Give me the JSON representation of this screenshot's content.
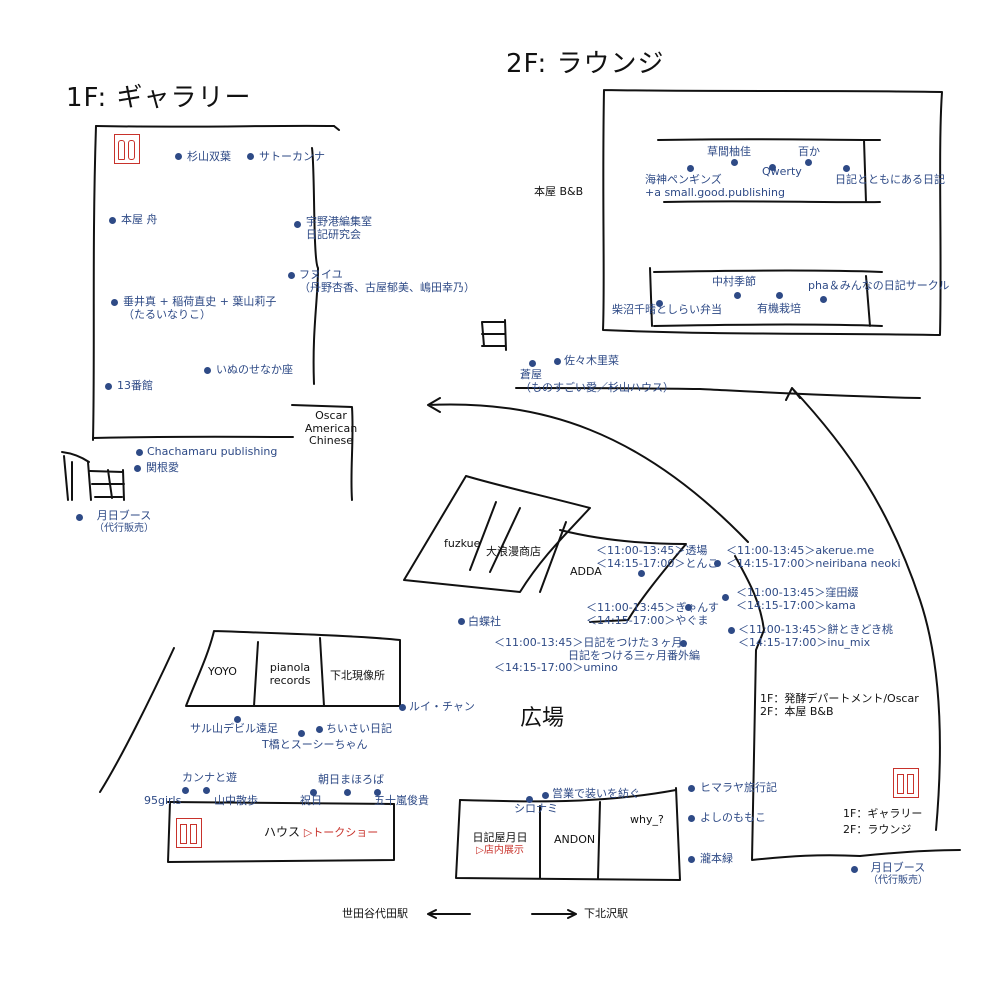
{
  "floor_titles": {
    "gallery_1f": "1F: ギャラリー",
    "lounge_2f": "2F: ラウンジ"
  },
  "labels": {
    "honya_bb": "本屋 B&B",
    "oscar": [
      "Oscar",
      "American",
      "Chinese"
    ],
    "hiroba": "広場",
    "fuzkue": "fuzkue",
    "onami": "大浪漫商店",
    "adda": "ADDA",
    "yoyo": "YOYO",
    "pianola": [
      "pianola",
      "records"
    ],
    "shimokita_genzo": "下北現像所",
    "house": "ハウス",
    "talk_show": "▷トークショー",
    "nikki_ya": "日記屋月日",
    "shop_display": "▷店内展示",
    "andon": "ANDON",
    "why": "why_?",
    "legend_1f": "1F：発酵デパートメント/Oscar",
    "legend_2f": "2F：本屋 B&B",
    "legend_right_1f": "1F：ギャラリー",
    "legend_right_2f": "2F：ラウンジ",
    "station_left": "世田谷代田駅",
    "station_right": "下北沢駅"
  },
  "booths": {
    "sugiyama": "杉山双葉",
    "sato_kanna": "サトーカンナ",
    "honya_fune": "本屋 舟",
    "uno_minato": [
      "宇野港編集室",
      "日記研究会"
    ],
    "funuiyu": [
      "フヌイユ",
      "（丹野杏香、古屋郁美、嶋田幸乃）"
    ],
    "tarui": [
      "垂井真 + 稲荷直史 + 葉山莉子",
      "（たるいなりこ）"
    ],
    "inunose": "いぬのせなか座",
    "jusanbankan": "13番館",
    "chachamaru": "Chachamaru publishing",
    "sekine": "関根愛",
    "tsukihi_booth_left": [
      "月日ブース",
      "（代行販売）"
    ],
    "kusabe": "草間柚佳",
    "hyakuka": "百か",
    "umigami": [
      "海神ペンギンズ",
      "+a small.good.publishing"
    ],
    "qwerty": "Qwerty",
    "nikki_tomoni": "日記とともにある日記",
    "nakamura": "中村季節",
    "pha": "pha＆みんなの日記サークル",
    "shibanuma": "柴沼千晴としらい弁当",
    "yuki_saibai": "有機栽培",
    "sasaki": "佐々木里菜",
    "aoiya": [
      "蒼屋",
      "（ものすごい愛／杉山ハウス）"
    ],
    "sched_tohba": [
      "＜11:00-13:45＞透場",
      "＜14:15-17:00＞とんこ"
    ],
    "sched_akerue": [
      "＜11:00-13:45＞akerue.me",
      "＜14:15-17:00＞neiribana neoki"
    ],
    "sched_kubota": [
      "＜11:00-13:45＞窪田綴",
      "＜14:15-17:00＞kama"
    ],
    "sched_gyansu": [
      "＜11:00-13:45＞ぎゃんす",
      "＜14:15-17:00＞やぐま"
    ],
    "hakuchosha": "白蝶社",
    "sched_mochi": [
      "＜11:00-13:45＞餅ときどき桃",
      "＜14:15-17:00＞inu_mix"
    ],
    "sched_nikki3": [
      "＜11:00-13:45＞日記をつけた３ヶ月、",
      "日記をつける三ヶ月番外編",
      "＜14:15-17:00＞umino"
    ],
    "louis_chan": "ルイ・チャン",
    "saruyama": "サル山デビル遠足",
    "chiisai": "ちいさい日記",
    "t_hashi": "T橋とスーシーちゃん",
    "kanna_to_asobi": "カンナと遊",
    "asahi_mahoroba": "朝日まほろば",
    "girls95": "95girls",
    "yamanaka": "山中散歩",
    "iwai": "祝日",
    "igarashi": "五十嵐俊貴",
    "shoubai": "営業で装いを紡ぐ",
    "shironami": "シロナミ",
    "himalaya": "ヒマラヤ旅行記",
    "yoshino": "よしのももこ",
    "takimoto": "瀧本緑",
    "tsukihi_booth_right": [
      "月日ブース",
      "（代行販売）"
    ]
  },
  "colors": {
    "booth": "#2e4a86",
    "accent": "#c8322b",
    "ink": "#111111"
  }
}
